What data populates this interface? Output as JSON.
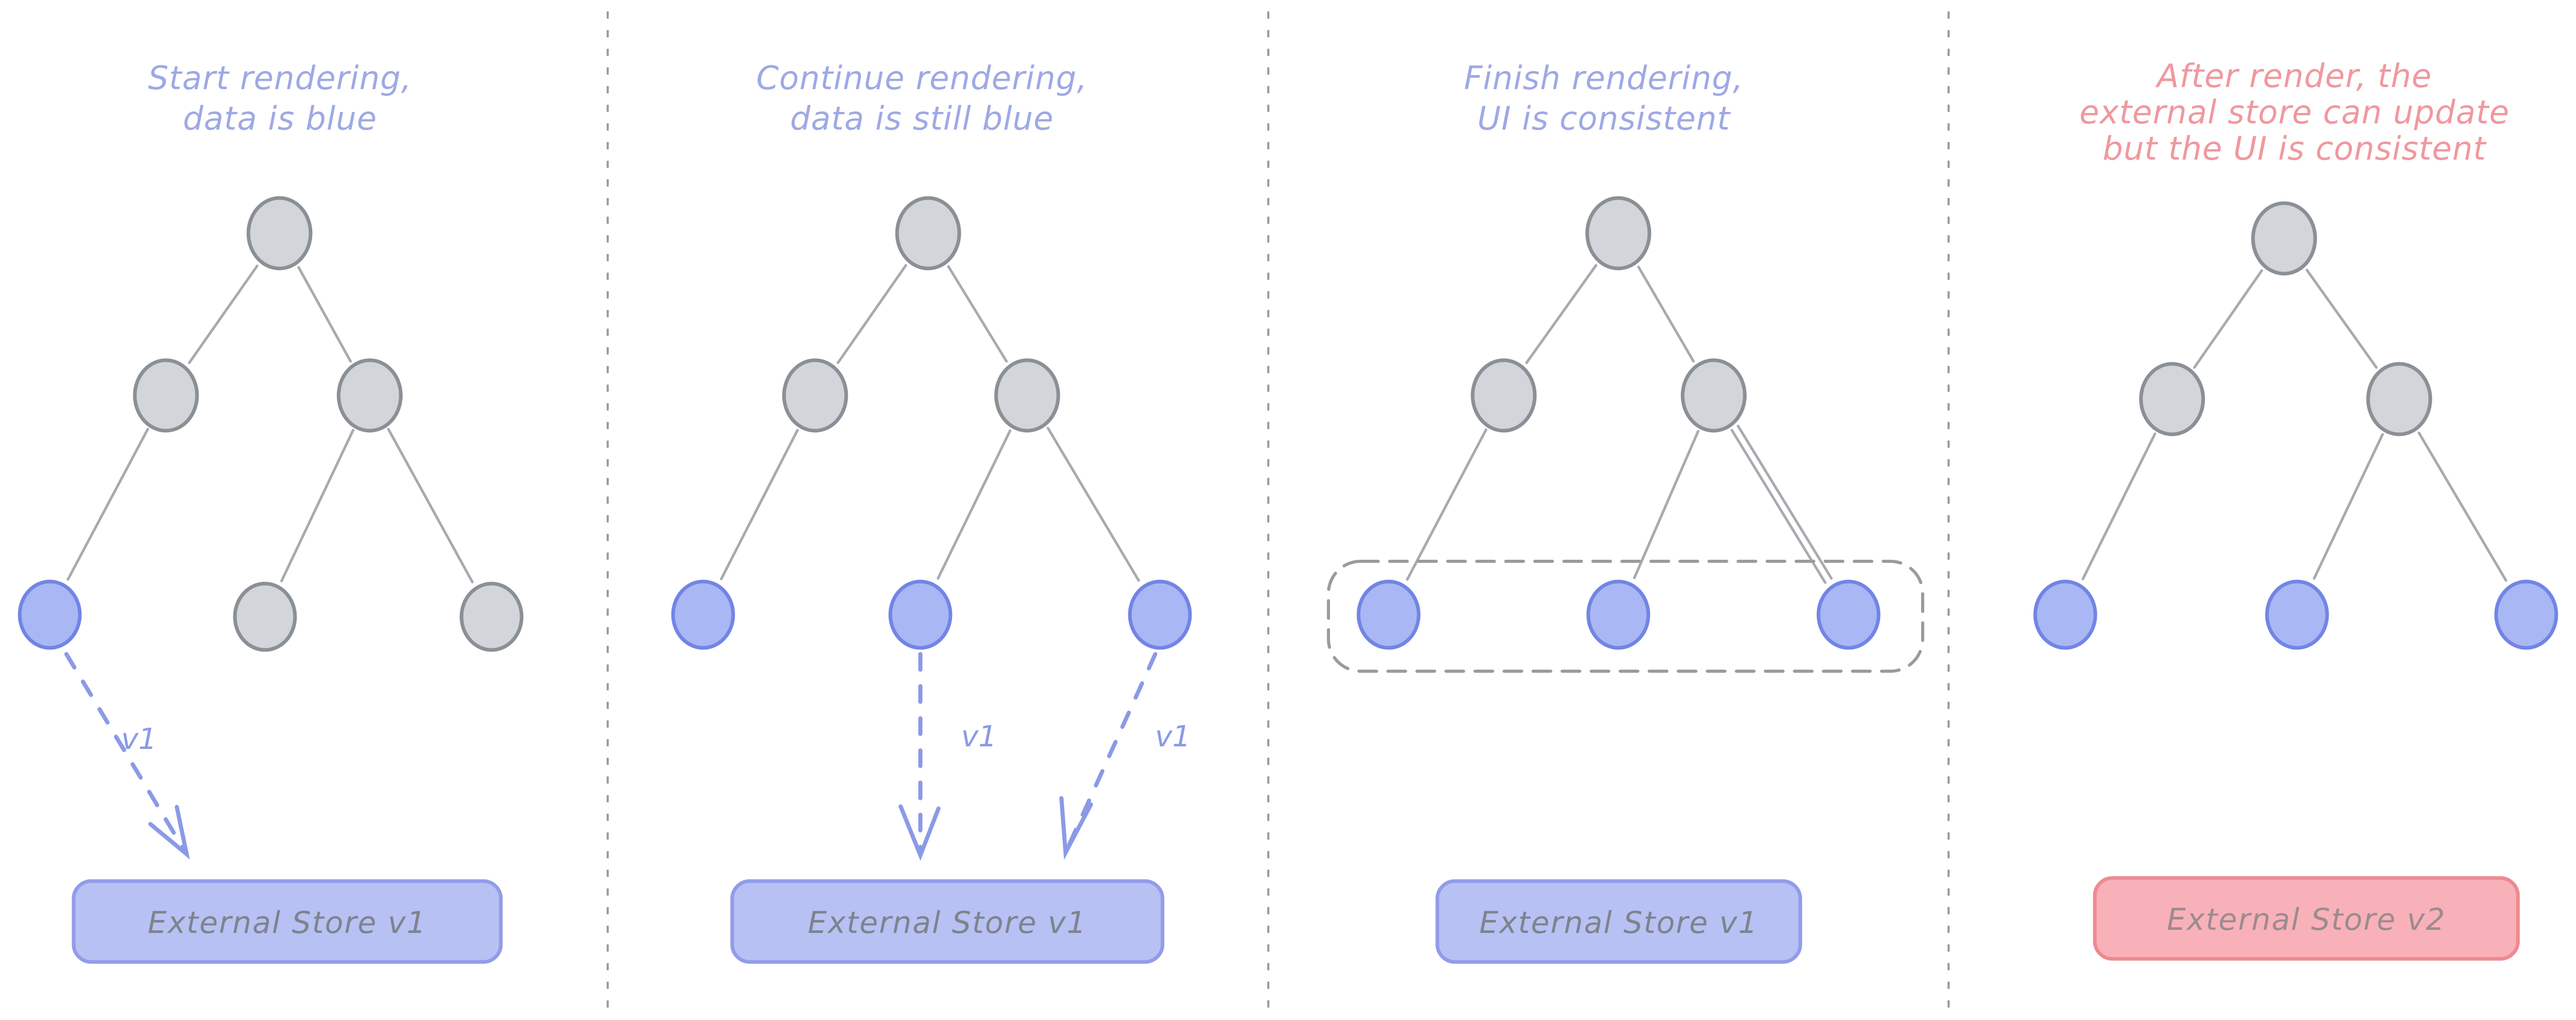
{
  "panels": [
    {
      "name": "start-rendering",
      "title_lines": [
        "Start rendering,",
        "data is blue"
      ],
      "title_color": "#9ea9e4",
      "tree_levels": [
        [
          "gray"
        ],
        [
          "gray",
          "gray"
        ],
        [
          "blue",
          "gray",
          "gray"
        ]
      ],
      "arrow_labels": [
        "v1"
      ],
      "store_label": "External Store v1",
      "store_style": "blue"
    },
    {
      "name": "continue-rendering",
      "title_lines": [
        "Continue rendering,",
        "data is still blue"
      ],
      "title_color": "#9ea9e4",
      "tree_levels": [
        [
          "gray"
        ],
        [
          "gray",
          "gray"
        ],
        [
          "blue",
          "blue",
          "blue"
        ]
      ],
      "arrow_labels": [
        "v1",
        "v1"
      ],
      "store_label": "External Store v1",
      "store_style": "blue"
    },
    {
      "name": "finish-rendering",
      "title_lines": [
        "Finish rendering,",
        "UI is consistent"
      ],
      "title_color": "#9ea9e4",
      "tree_levels": [
        [
          "gray"
        ],
        [
          "gray",
          "gray"
        ],
        [
          "blue",
          "blue",
          "blue"
        ]
      ],
      "leaf_group_outline": "dashed",
      "arrow_labels": [],
      "store_label": "External Store v1",
      "store_style": "blue"
    },
    {
      "name": "after-render",
      "title_lines": [
        "After render, the",
        "external store can update",
        "but the UI is consistent"
      ],
      "title_color": "#f0989f",
      "tree_levels": [
        [
          "gray"
        ],
        [
          "gray",
          "gray"
        ],
        [
          "blue",
          "blue",
          "blue"
        ]
      ],
      "arrow_labels": [],
      "store_label": "External Store v2",
      "store_style": "red"
    }
  ],
  "colors": {
    "node_gray_fill": "#d2d5d9",
    "node_gray_stroke": "#8b9096",
    "node_blue_fill": "#a9b8f4",
    "node_blue_stroke": "#7285e5",
    "edge": "#a7aaae",
    "arrow_blue": "#8b9ae6",
    "title_blue": "#9ea9e4",
    "title_red": "#f0989f",
    "store_blue_fill": "#b7c1f3",
    "store_blue_stroke": "#929ce9",
    "store_blue_text": "#7e838d",
    "store_red_fill": "#f8b1b9",
    "store_red_stroke": "#ee8a91",
    "store_red_text": "#9c8b90",
    "separator": "#9b9b9b",
    "background": "#ffffff"
  }
}
